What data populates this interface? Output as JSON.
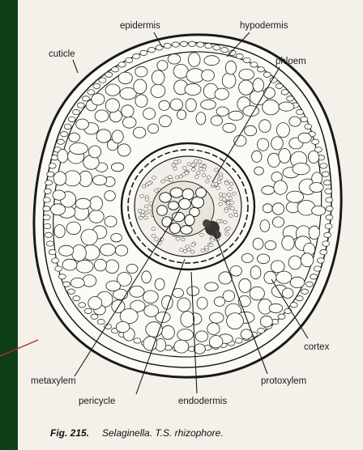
{
  "labels": {
    "epidermis": "epidermis",
    "hypodermis": "hypodermis",
    "cuticle": "cuticle",
    "phloem": "phloem",
    "cortex": "cortex",
    "metaxylem": "metaxylem",
    "protoxylem": "protoxylem",
    "pericycle": "pericycle",
    "endodermis": "endodermis"
  },
  "caption": {
    "number": "Fig. 215.",
    "text": "Selaginella. T.S. rhizophore."
  },
  "colors": {
    "background": "#145a22",
    "paper": "#f3f1ea",
    "ink": "#1a1a1a",
    "pointer": "#c8222a"
  }
}
